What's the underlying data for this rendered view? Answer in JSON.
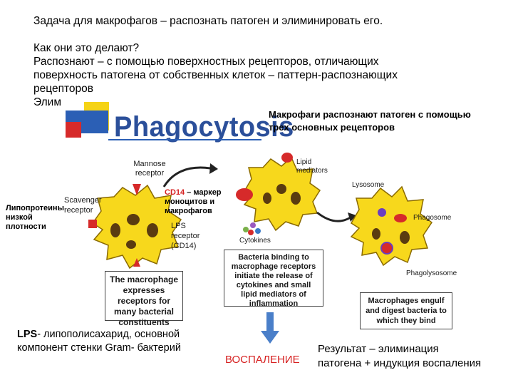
{
  "intro": {
    "line1": "Задача для макрофагов – распознать патоген и элиминировать его.",
    "line2": "Как они это делают?",
    "line3": "Распознают – с помощью поверхностных рецепторов, отличающих",
    "line4": "поверхность патогена от собственных клеток – паттерн-распознающих",
    "line5": "рецепторов",
    "line6": "Элим"
  },
  "figure": {
    "title": "Phagocytosis",
    "labels": {
      "mannose": "Mannose receptor",
      "scavenger": "Scavenger receptor",
      "lps": "LPS receptor (CD14)",
      "lipid": "Lipid mediators",
      "cytokines": "Cytokines",
      "lysosome": "Lysosome",
      "phagosome": "Phagosome",
      "phagolysosome": "Phagolysosome"
    },
    "boxes": {
      "box1": "The macrophage expresses receptors for many bacterial constituents",
      "box2": "Bacteria binding to macrophage receptors initiate the release of cytokines and small lipid mediators of inflammation",
      "box3": "Macrophages engulf and digest bacteria to which they bind"
    }
  },
  "annotations": {
    "three_receptors": "Макрофаги распознают патоген с помощью трех основных рецепторов",
    "ldl": "Липопротеины низкой плотности",
    "cd14_term": "CD14",
    "cd14_rest": " – маркер моноцитов и макрофагов",
    "lps_term": "LPS",
    "lps_rest": "- липополисахарид, основной компонент стенки Gram- бактерий",
    "inflammation": "ВОСПАЛЕНИЕ",
    "result": "Результат – элиминация патогена + индукция воспаления"
  },
  "colors": {
    "cell": "#f7d81c",
    "nucleus": "#5a3b10",
    "receptor_red": "#d62a2a",
    "arrow_blue": "#4a7fc9",
    "title_blue": "#2b4f9a",
    "accent_red": "#d62020"
  }
}
